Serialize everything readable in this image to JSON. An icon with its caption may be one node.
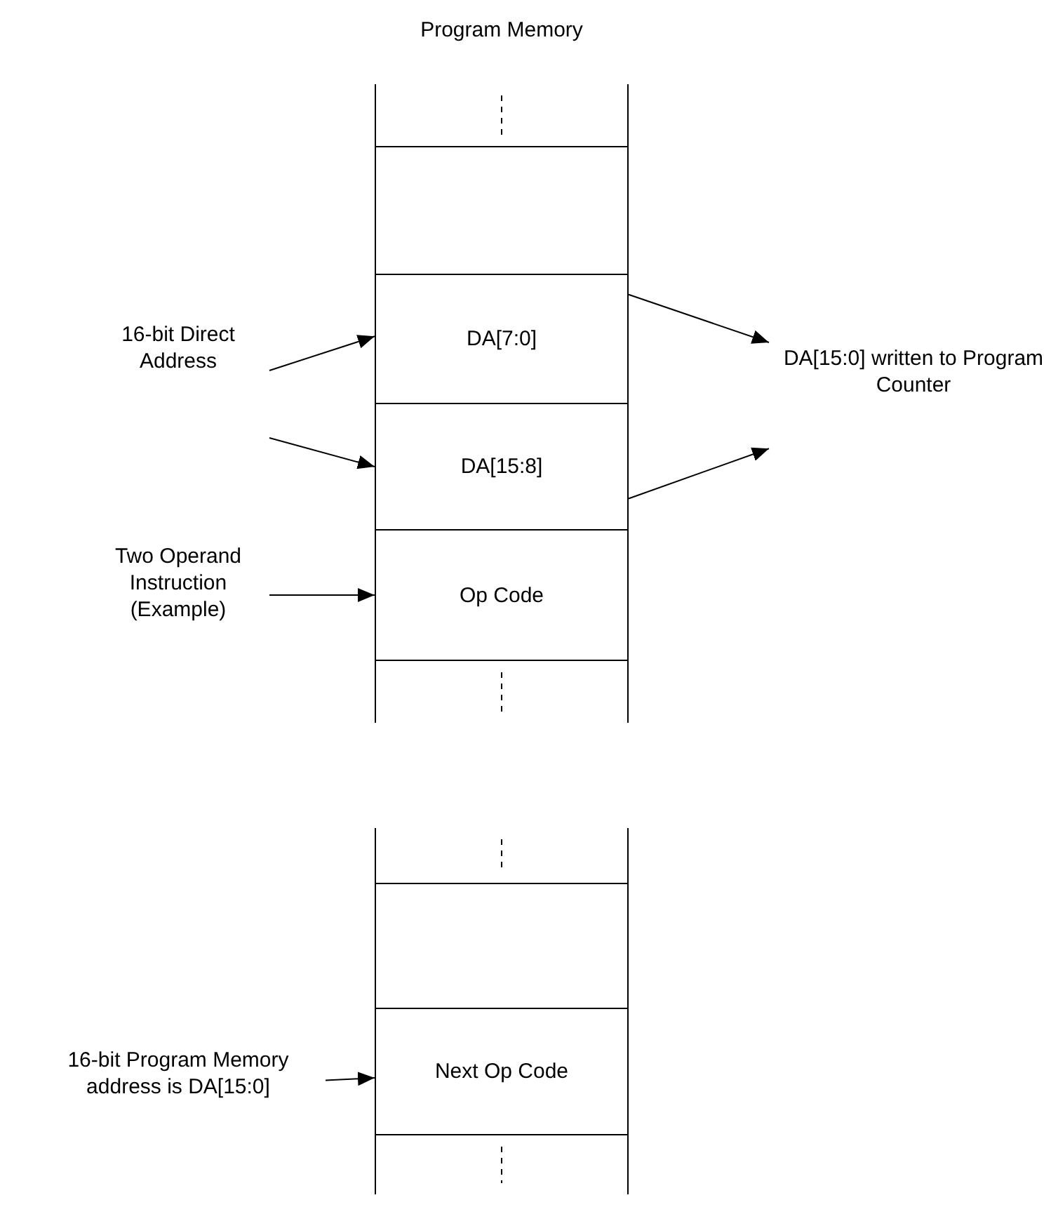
{
  "diagram": {
    "title": "Program Memory",
    "nodes": [
      {
        "text": [],
        "shape": "box"
      },
      {
        "text": [
          "16-bit Direct Address"
        ]
      },
      {
        "text": [
          "DA[7:0]"
        ]
      },
      {
        "text": [
          "DA[15:0] written to Program Counter"
        ]
      },
      {
        "text": [
          "DA[15:8]"
        ]
      },
      {
        "text": [
          "Two Operand Instruction (Example)"
        ]
      },
      {
        "text": [
          "Op Code"
        ]
      },
      {
        "text": [],
        "shape": "box"
      },
      {
        "text": [
          "16-bit Program Memory address is DA[15:0]"
        ]
      },
      {
        "text": [
          "Next Op Code"
        ]
      }
    ],
    "edges": [
      {
        "from": 1,
        "to": 2,
        "arrow": "to"
      },
      {
        "from": 1,
        "to": 4,
        "arrow": "to"
      },
      {
        "from": 2,
        "to": 3,
        "arrow": "to"
      },
      {
        "from": 4,
        "to": 3,
        "arrow": "to"
      },
      {
        "from": 5,
        "to": 6,
        "arrow": "to"
      },
      {
        "from": 8,
        "to": 9,
        "arrow": "to"
      }
    ]
  }
}
